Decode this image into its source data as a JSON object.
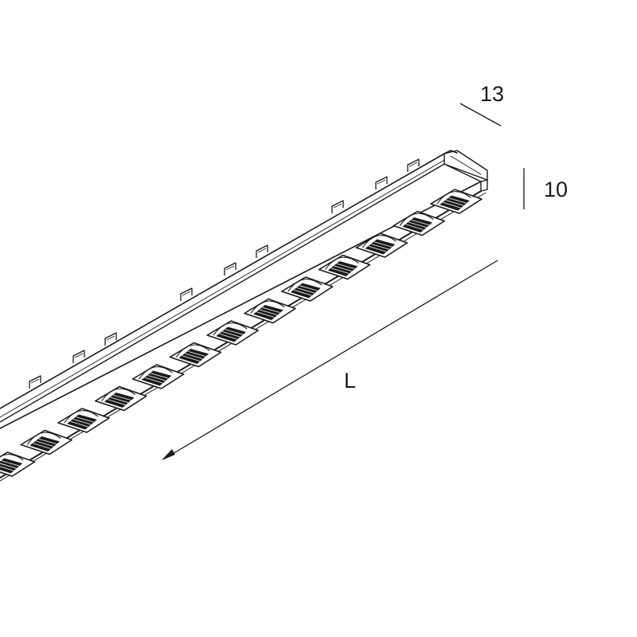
{
  "dimensions": {
    "width_label": "13",
    "height_label": "10",
    "length_label": "L"
  },
  "drawing": {
    "cell_count": 13,
    "clip_count": 9,
    "colors": {
      "ink": "#1a1a1a",
      "background": "#ffffff"
    }
  }
}
